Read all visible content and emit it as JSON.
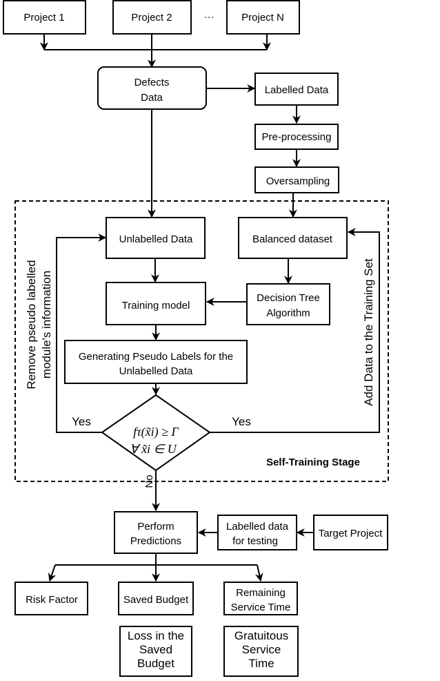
{
  "nodes": {
    "project_1": "Project 1",
    "project_2": "Project 2",
    "ellipsis": "···",
    "project_n": "Project N",
    "defects_data": [
      "Defects",
      "Data"
    ],
    "labelled_data": "Labelled Data",
    "pre_processing": "Pre-processing",
    "oversampling": "Oversampling",
    "unlabelled_data": "Unlabelled Data",
    "balanced_dataset": "Balanced dataset",
    "training_model": "Training model",
    "decision_tree": [
      "Decision Tree",
      "Algorithm"
    ],
    "pseudo_labels": [
      "Generating Pseudo Labels for the",
      "Unlabelled Data"
    ],
    "condition": [
      "fτ(x̃i) ≥ Γ",
      "∀ x̃i ∈ U"
    ],
    "perform_predictions": [
      "Perform",
      "Predictions"
    ],
    "labelled_testing": [
      "Labelled data",
      "for testing"
    ],
    "target_project": "Target Project",
    "risk_factor": "Risk Factor",
    "saved_budget": "Saved Budget",
    "remaining_service": [
      "Remaining",
      "Service Time"
    ],
    "loss_saved_budget": [
      "Loss in the",
      "Saved",
      "Budget"
    ],
    "gratuitous_service": [
      "Gratuitous",
      "Service",
      "Time"
    ]
  },
  "labels": {
    "yes_left": "Yes",
    "yes_right": "Yes",
    "no": "No",
    "self_training_stage": "Self-Training Stage",
    "remove_info": [
      "Remove pseudo labelled",
      "module's information"
    ],
    "add_to_training": "Add Data to the Training Set"
  }
}
